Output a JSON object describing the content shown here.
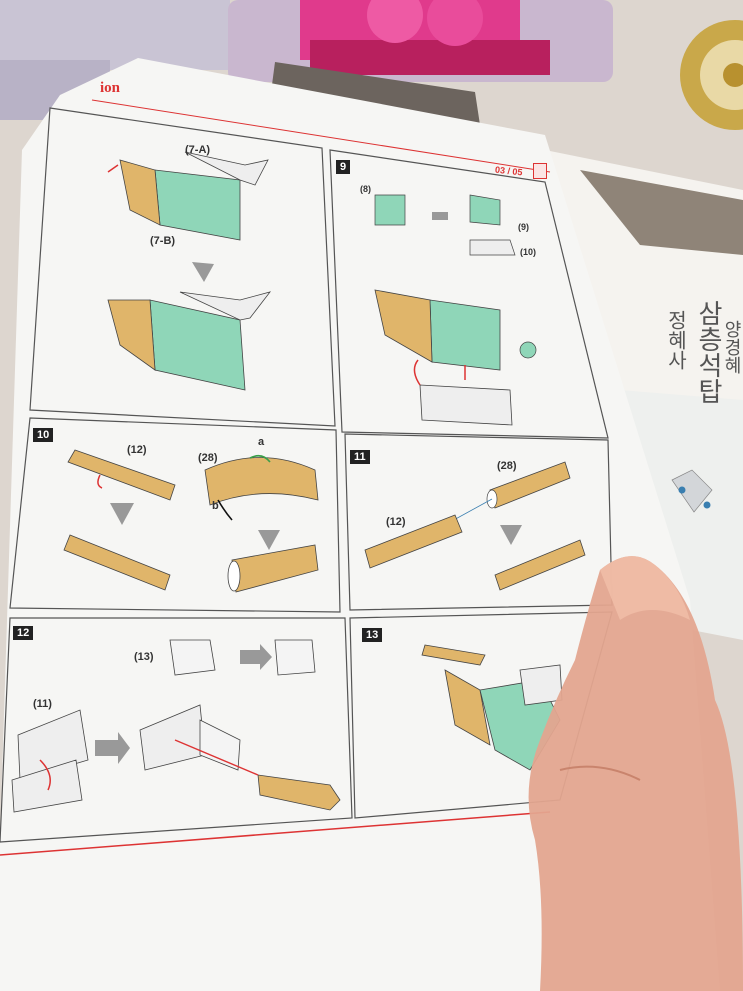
{
  "brand_fragment": "ion",
  "page_counter": "03 / 05",
  "steps": [
    {
      "num": "9",
      "parts": [
        "(8)",
        "(9)",
        "(10)"
      ]
    },
    {
      "num": "10",
      "parts": [
        "(12)",
        "(28)",
        "a",
        "b"
      ]
    },
    {
      "num": "11",
      "parts": [
        "(28)",
        "(12)"
      ]
    },
    {
      "num": "12",
      "parts": [
        "(13)",
        "(11)"
      ]
    },
    {
      "num": "13",
      "parts": []
    }
  ],
  "step8_labels": [
    "(7-A)",
    "(7-B)"
  ],
  "booklet_text": [
    "삼층석탑",
    "정혜사",
    "양경혜"
  ],
  "colors": {
    "mint": "#8fd6b8",
    "tan": "#e0b56a",
    "red": "#d83a3a",
    "paper": "#f4f4f2",
    "desk": "#d8d2cc"
  }
}
